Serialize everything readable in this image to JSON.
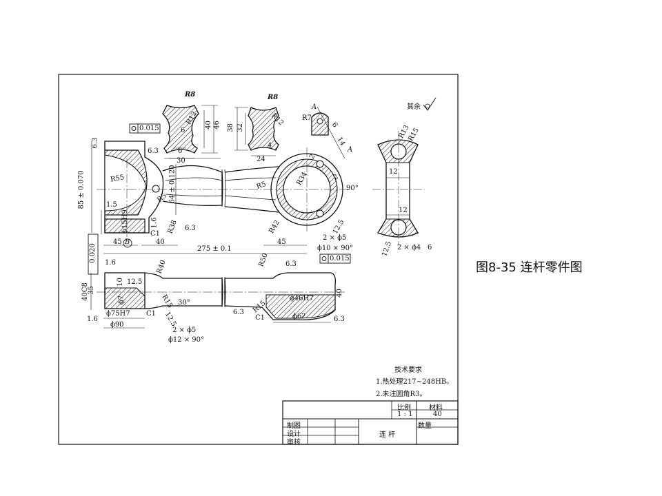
{
  "caption": "图8-35  连杆零件图",
  "surface_note": "其余",
  "dimensions": {
    "r8_a": "R8",
    "r12_a": "R12",
    "d6_a": "6",
    "d40_a": "40",
    "d46": "46",
    "d6_b": "6",
    "d30": "30",
    "r8_b": "R8",
    "d38": "38",
    "d32": "32",
    "r12_b": "R12",
    "d4": "4",
    "d24": "24",
    "ra_63_a": "6.3",
    "geo_015_a": "0.015",
    "d85": "85 ± 0.070",
    "r55": "R55",
    "d64": "64 ± 0.120",
    "r5_a": "R5",
    "ra_63_b": "6.3",
    "d15": "1.5",
    "h9": "ϕ15H9",
    "ra_16_a": "1.6",
    "c1_a": "C1",
    "r38": "R38",
    "ra_63_c": "6.3",
    "d45_a": "45",
    "d40_b": "40",
    "perp_020": "0.020",
    "datum_b": "B",
    "d275": "275 ± 0.1",
    "r5_b": "R5",
    "r34": "R34",
    "r42": "R42",
    "d45_b": "45",
    "r7": "R7",
    "label_a1": "A",
    "label_a2": "A",
    "d6_c": "6",
    "d14": "14",
    "d2_a": "2",
    "d2_b": "2",
    "deg90": "90°",
    "d2x5": "2 × ϕ5",
    "d12_125": "12.5",
    "csk_10": "ϕ10 × 90°",
    "geo_015_b": "0.015",
    "r13": "R13",
    "r15": "R15",
    "d12_a": "12",
    "d12_b": "12",
    "d2x4": "2 × ϕ4",
    "depth_6": "6",
    "d12_5b": "12.5",
    "ra_16_b": "1.6",
    "d40c8": "40C8",
    "d35": "35",
    "d10": "10",
    "d12_5c": "12.5",
    "phi7": "ϕ7",
    "r40": "R40",
    "r50": "R50",
    "ra_63_d": "6.3",
    "r15_b": "R15",
    "deg30": "30°",
    "phi75": "ϕ75H7",
    "c1_b": "C1",
    "ra_16_c": "1.6",
    "phi90": "ϕ90",
    "d12_5d": "12.5",
    "d2x5_b": "2 × ϕ5",
    "csk_12": "ϕ12 × 90°",
    "phi46": "ϕ46H7",
    "d40_c": "40",
    "ra_63_e": "6.3",
    "r15_c": "R15",
    "c1_c": "C1",
    "phi62": "ϕ62",
    "ra_63_f": "6.3"
  },
  "tech_req": {
    "title": "技术要求",
    "item1": "1.热处理217~248HB。",
    "item2": "2.未注圆角R3。"
  },
  "title_block": {
    "scale_label": "比例",
    "material_label": "材料",
    "scale_value": "1 : 1",
    "material_value": "40",
    "quantity_label": "数量",
    "drawn_label": "制图",
    "design_label": "设计",
    "check_label": "审核",
    "part_name": "连 杆"
  }
}
